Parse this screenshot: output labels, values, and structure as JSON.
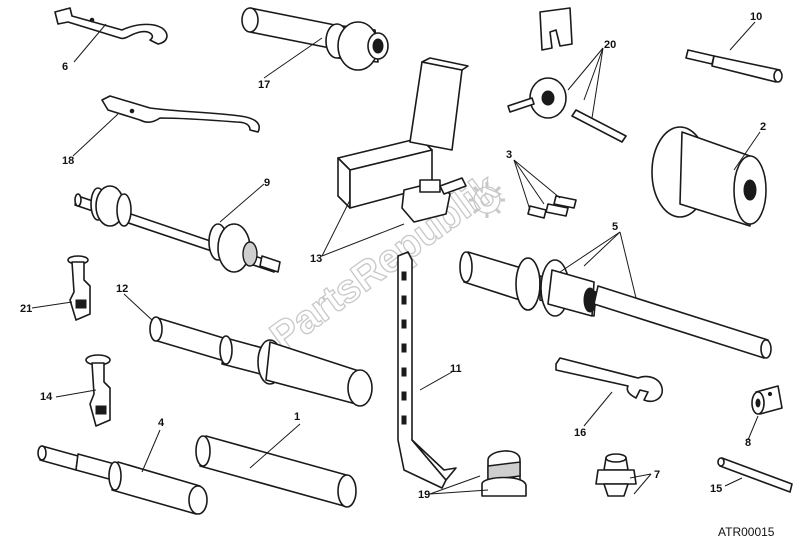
{
  "callouts": [
    "1",
    "2",
    "3",
    "4",
    "5",
    "6",
    "7",
    "8",
    "9",
    "10",
    "11",
    "12",
    "13",
    "14",
    "15",
    "16",
    "17",
    "18",
    "19",
    "20",
    "21"
  ],
  "drawing_ref": "ATR00015",
  "watermark": "PartsRepublik",
  "colors": {
    "line": "#1a1a1a",
    "watermark": "#c8c8c8",
    "background": "#ffffff"
  }
}
